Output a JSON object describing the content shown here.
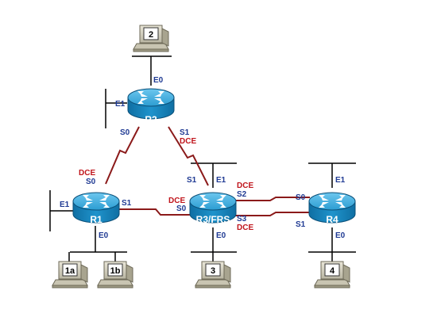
{
  "routers": {
    "r1": {
      "label": "R1"
    },
    "r2": {
      "label": "R2"
    },
    "r3": {
      "label": "R3/FRS"
    },
    "r4": {
      "label": "R4"
    }
  },
  "hosts": {
    "pc2": "2",
    "pc1a": "1a",
    "pc1b": "1b",
    "pc3": "3",
    "pc4": "4"
  },
  "interfaces": {
    "r2_e0": "E0",
    "r2_e1": "E1",
    "r2_s0": "S0",
    "r2_s1": "S1",
    "r2_s1_dce": "DCE",
    "r1_dce": "DCE",
    "r1_s0": "S0",
    "r1_e1": "E1",
    "r1_s1": "S1",
    "r1_e0": "E0",
    "r3_s1": "S1",
    "r3_e1": "E1",
    "r3_dce_s0": "DCE",
    "r3_s0": "S0",
    "r3_dce_s2": "DCE",
    "r3_s2": "S2",
    "r3_s3": "S3",
    "r3_dce_s3": "DCE",
    "r3_e0": "E0",
    "r4_s0": "S0",
    "r4_s1": "S1",
    "r4_e1": "E1",
    "r4_e0": "E0"
  },
  "colors": {
    "router_top": "#3aa8d8",
    "router_body": "#1a86bf",
    "serial_link": "#8b1a1a",
    "ethernet": "#000000",
    "interface_text": "#1f3a93",
    "dce_text": "#c0141b"
  }
}
